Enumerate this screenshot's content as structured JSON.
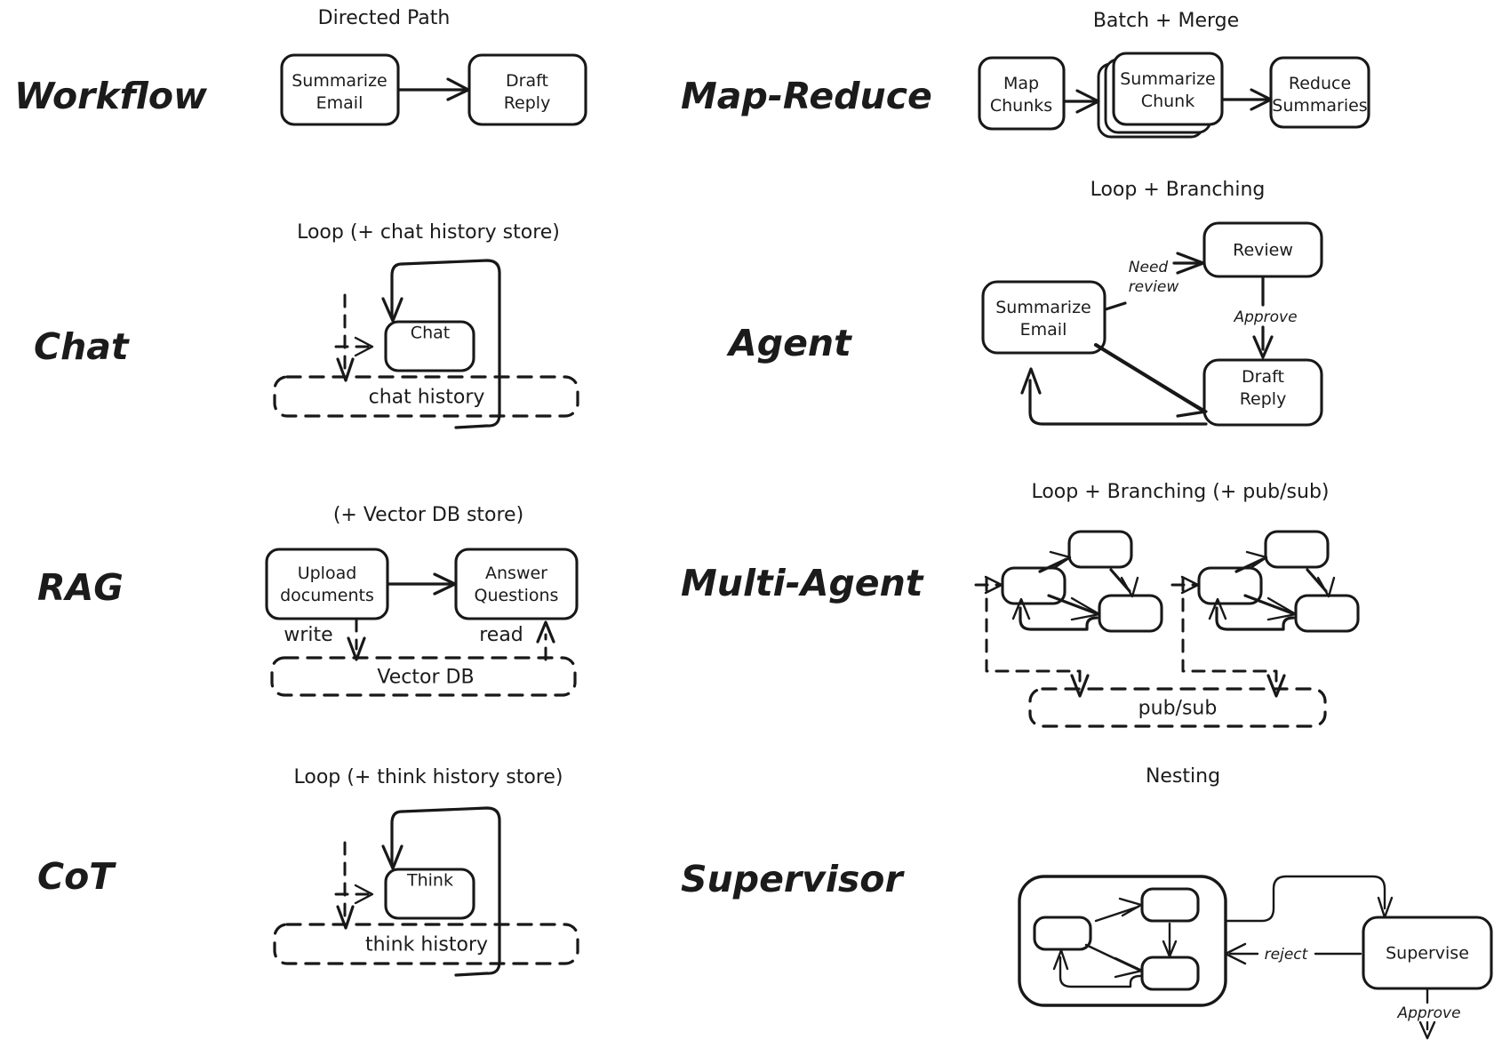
{
  "page": {
    "background": "#ffffff",
    "ink": "#181818",
    "title": "Agent architecture patterns comparison"
  },
  "rows": [
    {
      "id": "workflow",
      "label": "Workflow",
      "caption": "Directed Path",
      "nodes": [
        "Summarize\nEmail",
        "Draft\nReply"
      ],
      "node_lines": [
        [
          "Summarize",
          "Email"
        ],
        [
          "Draft",
          "Reply"
        ]
      ],
      "edge_labels": [],
      "stores": []
    },
    {
      "id": "map-reduce",
      "label": "Map-Reduce",
      "caption": "Batch + Merge",
      "node_lines": [
        [
          "Map",
          "Chunks"
        ],
        [
          "Summarize",
          "Chunk"
        ],
        [
          "Reduce",
          "Summaries"
        ]
      ],
      "edge_labels": [],
      "stores": [],
      "stacked_node_index": 1
    },
    {
      "id": "chat",
      "label": "Chat",
      "caption": "Loop (+ chat history store)",
      "node_lines": [
        [
          "Chat"
        ]
      ],
      "edge_labels": [],
      "stores": [
        "chat history"
      ]
    },
    {
      "id": "agent",
      "label": "Agent",
      "caption": "Loop + Branching",
      "node_lines": [
        [
          "Summarize",
          "Email"
        ],
        [
          "Review"
        ],
        [
          "Draft",
          "Reply"
        ]
      ],
      "edge_labels": [
        "Need",
        "review",
        "Approve"
      ],
      "stores": []
    },
    {
      "id": "rag",
      "label": "RAG",
      "caption": "(+ Vector DB store)",
      "node_lines": [
        [
          "Upload",
          "documents"
        ],
        [
          "Answer",
          "Questions"
        ]
      ],
      "edge_labels": [
        "write",
        "read"
      ],
      "stores": [
        "Vector DB"
      ]
    },
    {
      "id": "multi-agent",
      "label": "Multi-Agent",
      "caption": "Loop + Branching (+ pub/sub)",
      "node_lines": [
        [],
        [],
        [],
        [],
        [],
        []
      ],
      "edge_labels": [],
      "stores": [
        "pub/sub"
      ]
    },
    {
      "id": "cot",
      "label": "CoT",
      "caption": "Loop (+ think history store)",
      "node_lines": [
        [
          "Think"
        ]
      ],
      "edge_labels": [],
      "stores": [
        "think history"
      ]
    },
    {
      "id": "supervisor",
      "label": "Supervisor",
      "caption": "Nesting",
      "node_lines": [
        [],
        [],
        [],
        [
          "Supervise"
        ]
      ],
      "edge_labels": [
        "reject",
        "Approve"
      ],
      "stores": []
    }
  ],
  "text": {
    "workflow_label": "Workflow",
    "workflow_caption": "Directed Path",
    "workflow_n1_l1": "Summarize",
    "workflow_n1_l2": "Email",
    "workflow_n2_l1": "Draft",
    "workflow_n2_l2": "Reply",
    "mapreduce_label": "Map-Reduce",
    "mapreduce_caption": "Batch + Merge",
    "mr_n1_l1": "Map",
    "mr_n1_l2": "Chunks",
    "mr_n2_l1": "Summarize",
    "mr_n2_l2": "Chunk",
    "mr_n3_l1": "Reduce",
    "mr_n3_l2": "Summaries",
    "chat_label": "Chat",
    "chat_caption": "Loop (+ chat history store)",
    "chat_node": "Chat",
    "chat_store": "chat history",
    "agent_label": "Agent",
    "agent_caption": "Loop + Branching",
    "agent_n1_l1": "Summarize",
    "agent_n1_l2": "Email",
    "agent_n2": "Review",
    "agent_n3_l1": "Draft",
    "agent_n3_l2": "Reply",
    "agent_e1_l1": "Need",
    "agent_e1_l2": "review",
    "agent_e2": "Approve",
    "rag_label": "RAG",
    "rag_caption": "(+ Vector DB store)",
    "rag_n1_l1": "Upload",
    "rag_n1_l2": "documents",
    "rag_n2_l1": "Answer",
    "rag_n2_l2": "Questions",
    "rag_write": "write",
    "rag_read": "read",
    "rag_store": "Vector DB",
    "multiagent_label": "Multi-Agent",
    "multiagent_caption": "Loop + Branching (+ pub/sub)",
    "multiagent_store": "pub/sub",
    "cot_label": "CoT",
    "cot_caption": "Loop (+ think history store)",
    "cot_node": "Think",
    "cot_store": "think history",
    "supervisor_label": "Supervisor",
    "supervisor_caption": "Nesting",
    "supervisor_node": "Supervise",
    "supervisor_reject": "reject",
    "supervisor_approve": "Approve"
  }
}
